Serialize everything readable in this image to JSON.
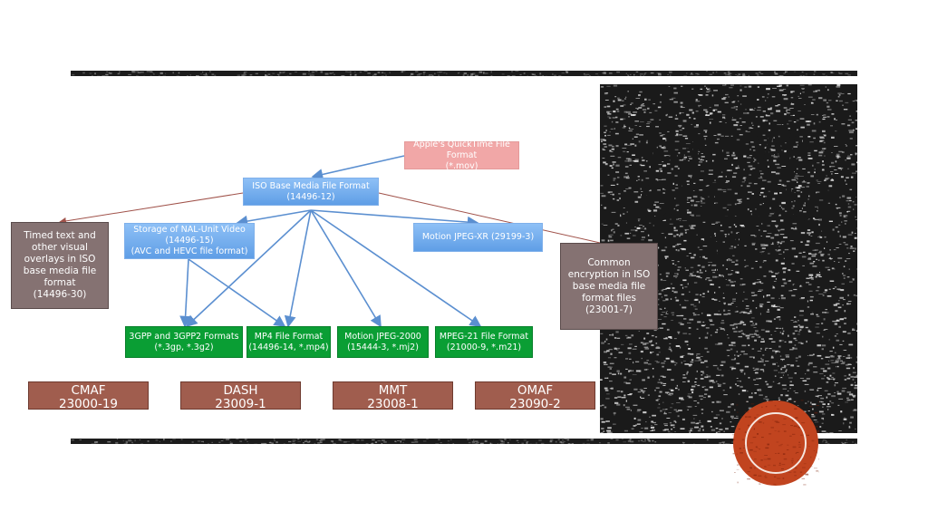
{
  "slide": {
    "title": "THE WHOLE SUITE"
  },
  "diagram": {
    "quicktime": {
      "line1": "Apple's QuickTime File Format",
      "line2": "(*.mov)"
    },
    "isobmff": {
      "line1": "ISO Base Media File Format",
      "line2": "(14496-12)"
    },
    "nal": {
      "line1": "Storage of NAL-Unit Video",
      "line2": "(14496-15)",
      "line3": "(AVC and HEVC file format)"
    },
    "mjpegxr": {
      "line1": "Motion JPEG-XR (29199-3)"
    },
    "timed_text": {
      "line1": "Timed text and",
      "line2": "other visual",
      "line3": "overlays in ISO",
      "line4": "base media file",
      "line5": "format",
      "line6": "(14496-30)"
    },
    "encryption": {
      "line1": "Common",
      "line2": "encryption in ISO",
      "line3": "base media file",
      "line4": "format files",
      "line5": "(23001-7)"
    },
    "formats": [
      {
        "line1": "3GPP and 3GPP2 Formats",
        "line2": "(*.3gp, *.3g2)"
      },
      {
        "line1": "MP4 File Format",
        "line2": "(14496-14, *.mp4)"
      },
      {
        "line1": "Motion JPEG-2000",
        "line2": "(15444-3, *.mj2)"
      },
      {
        "line1": "MPEG-21 File Format",
        "line2": "(21000-9, *.m21)"
      }
    ],
    "standards": [
      {
        "name": "CMAF",
        "number": "23000-19"
      },
      {
        "name": "DASH",
        "number": "23009-1"
      },
      {
        "name": "MMT",
        "number": "23008-1"
      },
      {
        "name": "OMAF",
        "number": "23090-2"
      }
    ]
  },
  "colors": {
    "rule": "#1c1c1c",
    "box_blue": "#6aa8ea",
    "box_pink": "#f1a7a7",
    "box_green": "#0a9e34",
    "box_grey": "#857272",
    "box_brown": "#a05d4e",
    "arrow_blue": "#5b8fd0",
    "arrow_red": "#a0524a",
    "circle": "#c1441f"
  },
  "icons": {
    "decoration": "orange-circle-ring"
  }
}
